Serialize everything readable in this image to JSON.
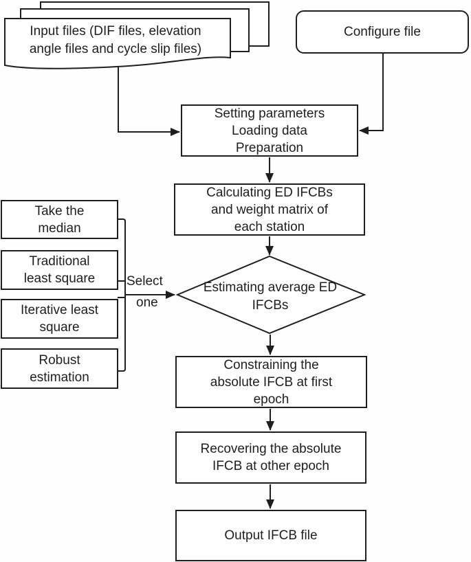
{
  "diagram": {
    "nodes": {
      "input_files": {
        "label": "Input files (DIF files, elevation\nangle files and cycle slip files)"
      },
      "configure": {
        "label": "Configure file"
      },
      "setting": {
        "label": "Setting parameters\nLoading data\nPreparation"
      },
      "calculating": {
        "label": "Calculating ED IFCBs\nand weight matrix of\neach station"
      },
      "estimating": {
        "label": "Estimating average ED\nIFCBs"
      },
      "constraining": {
        "label": "Constraining the\nabsolute IFCB at first\nepoch"
      },
      "recovering": {
        "label": "Recovering the absolute\nIFCB at other epoch"
      },
      "output": {
        "label": "Output IFCB file"
      }
    },
    "options": [
      {
        "label": "Take the\nmedian"
      },
      {
        "label": "Traditional\nleast square"
      },
      {
        "label": "Iterative least\nsquare"
      },
      {
        "label": "Robust\nestimation"
      }
    ],
    "select_label": {
      "word1": "Select",
      "word2": "one"
    },
    "colors": {
      "stroke": "#1e1e1e",
      "background": "#ffffff",
      "text": "#1e1e1e"
    }
  }
}
